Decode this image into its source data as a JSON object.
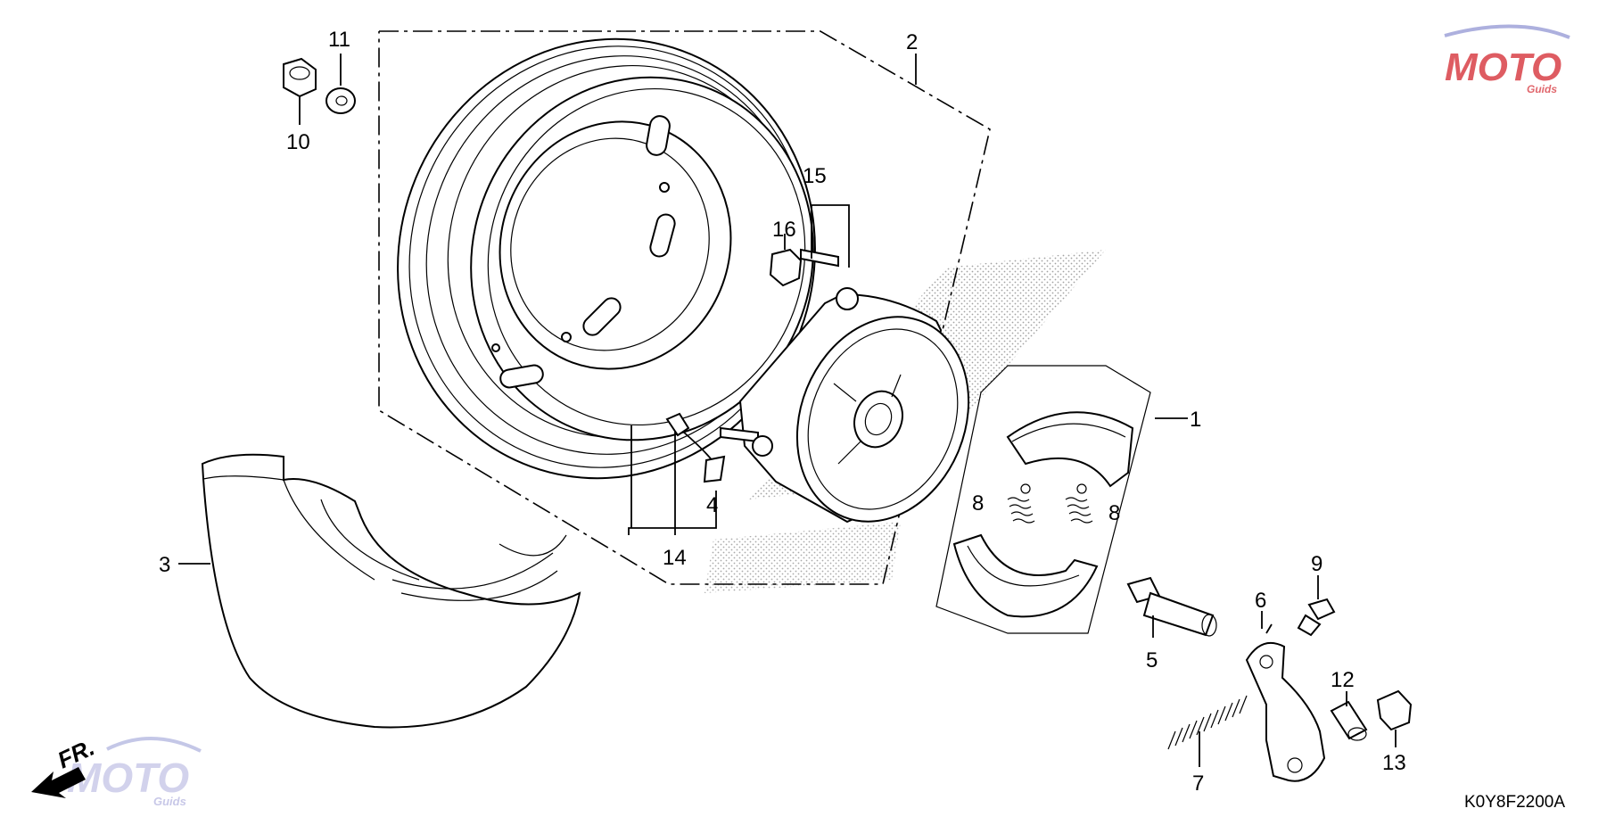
{
  "diagram": {
    "reference_code": "K0Y8F2200A",
    "direction_indicator": "FR.",
    "watermark": {
      "brand": "MOTO",
      "sub": "Guids",
      "colors": {
        "primary": "#d4262e",
        "secondary": "#8a8fd0",
        "tint": "#c8c8e8"
      }
    },
    "callouts": [
      {
        "id": "1",
        "label": "1"
      },
      {
        "id": "2",
        "label": "2"
      },
      {
        "id": "3",
        "label": "3"
      },
      {
        "id": "4",
        "label": "4"
      },
      {
        "id": "5",
        "label": "5"
      },
      {
        "id": "6",
        "label": "6"
      },
      {
        "id": "7",
        "label": "7"
      },
      {
        "id": "8a",
        "label": "8"
      },
      {
        "id": "8b",
        "label": "8"
      },
      {
        "id": "9",
        "label": "9"
      },
      {
        "id": "10",
        "label": "10"
      },
      {
        "id": "11",
        "label": "11"
      },
      {
        "id": "12",
        "label": "12"
      },
      {
        "id": "13",
        "label": "13"
      },
      {
        "id": "14",
        "label": "14"
      },
      {
        "id": "15",
        "label": "15"
      },
      {
        "id": "16",
        "label": "16"
      }
    ]
  }
}
